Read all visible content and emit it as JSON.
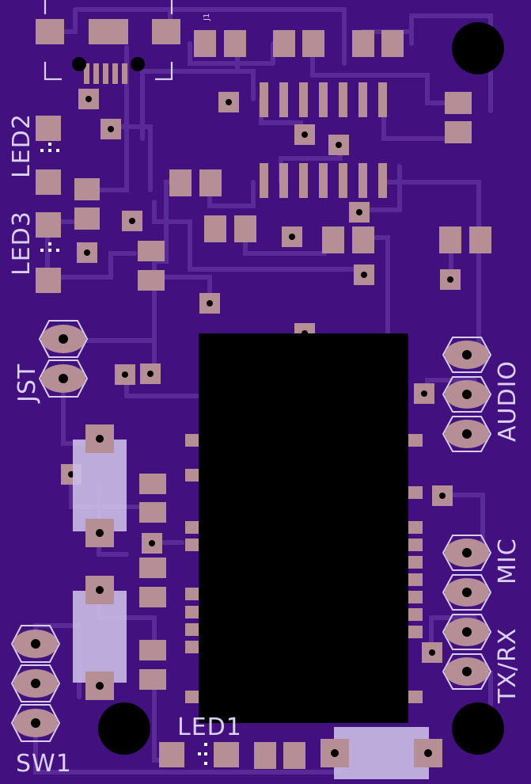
{
  "board": {
    "background": "#42107f",
    "trace_color": "#5a2b97",
    "pad_color": "#b58f95",
    "silk_color": "#d9d2f2",
    "module_color": "#000000"
  },
  "labels": {
    "led2": "LED2",
    "led3": "LED3",
    "jst": "JST",
    "audio": "AUDIO",
    "mic": "MIC",
    "txrx": "TX/RX",
    "sw1": "SW1",
    "led1": "LED1",
    "j1": "J1"
  }
}
